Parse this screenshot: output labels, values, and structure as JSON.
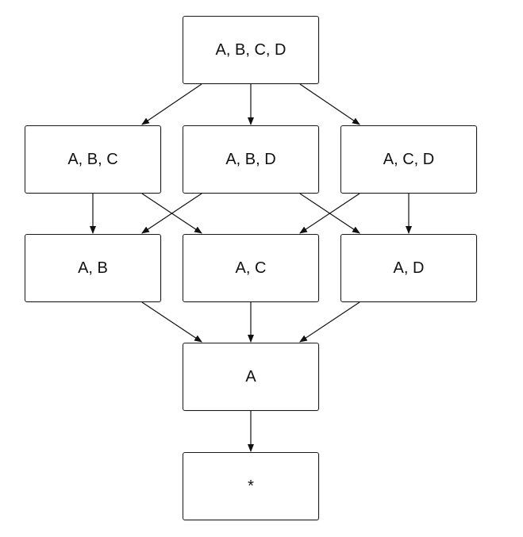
{
  "diagram": {
    "nodes": [
      {
        "id": "abcd",
        "label": "A, B, C, D"
      },
      {
        "id": "abc",
        "label": "A, B, C"
      },
      {
        "id": "abd",
        "label": "A, B, D"
      },
      {
        "id": "acd",
        "label": "A, C, D"
      },
      {
        "id": "ab",
        "label": "A, B"
      },
      {
        "id": "ac",
        "label": "A, C"
      },
      {
        "id": "ad",
        "label": "A, D"
      },
      {
        "id": "a",
        "label": "A"
      },
      {
        "id": "star",
        "label": "*"
      }
    ],
    "edges": [
      {
        "from": "abcd",
        "to": "abc"
      },
      {
        "from": "abcd",
        "to": "abd"
      },
      {
        "from": "abcd",
        "to": "acd"
      },
      {
        "from": "abc",
        "to": "ab"
      },
      {
        "from": "abc",
        "to": "ac"
      },
      {
        "from": "abd",
        "to": "ab"
      },
      {
        "from": "abd",
        "to": "ad"
      },
      {
        "from": "acd",
        "to": "ac"
      },
      {
        "from": "acd",
        "to": "ad"
      },
      {
        "from": "ab",
        "to": "a"
      },
      {
        "from": "ac",
        "to": "a"
      },
      {
        "from": "ad",
        "to": "a"
      },
      {
        "from": "a",
        "to": "star"
      }
    ]
  }
}
